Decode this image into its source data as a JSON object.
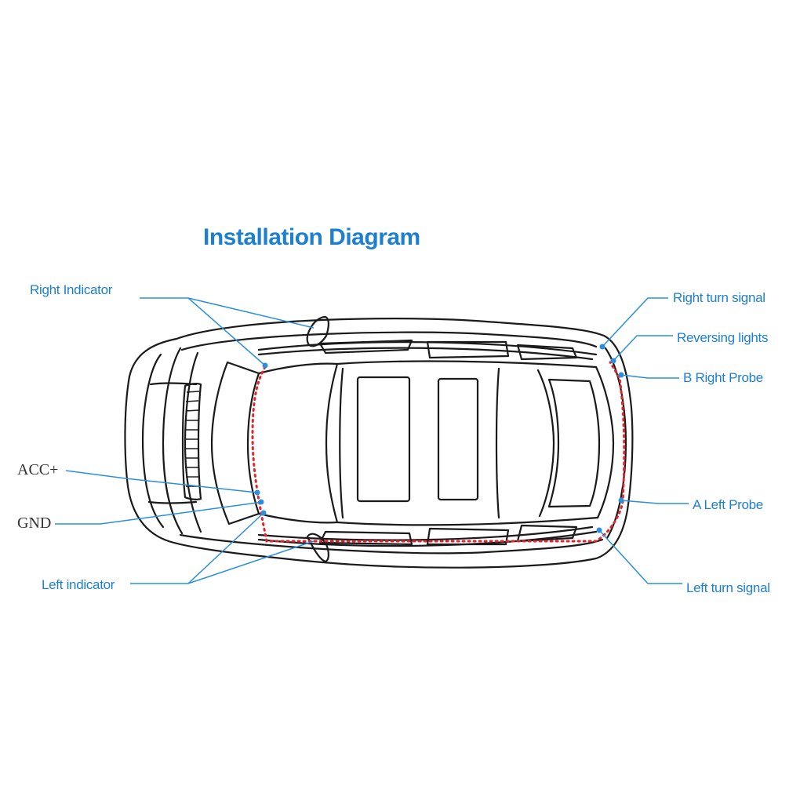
{
  "title": "Installation Diagram",
  "colors": {
    "accent": "#1d7fd0",
    "callout_line": "#2a8fdc",
    "wiring": "#e0262b",
    "car_outline": "#1a1a1a"
  },
  "labels": {
    "right_indicator": "Right Indicator",
    "acc_plus": "ACC+",
    "gnd": "GND",
    "left_indicator": "Left indicator",
    "right_turn_signal": "Right turn signal",
    "reversing_lights": "Reversing lights",
    "b_right_probe": "B Right Probe",
    "a_left_probe": "A Left Probe",
    "left_turn_signal": "Left turn signal"
  }
}
